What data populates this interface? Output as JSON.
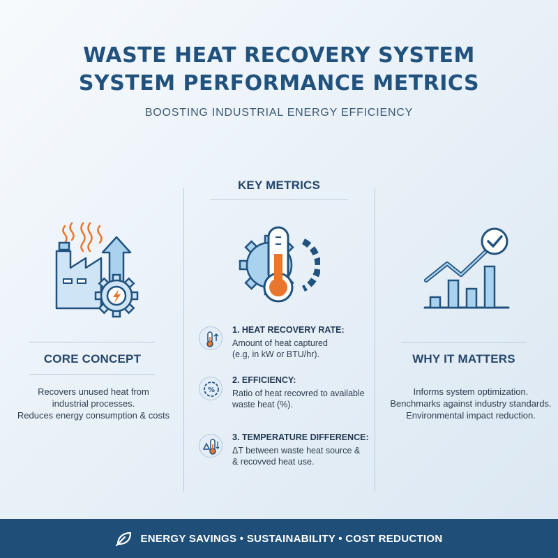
{
  "header": {
    "title_line1": "WASTE HEAT RECOVERY SYSTEM",
    "title_line2": "SYSTEM PERFORMANCE METRICS",
    "subtitle": "BOOSTING INDUSTRIAL ENERGY EFFICIENCY"
  },
  "core_concept": {
    "title": "CORE CONCEPT",
    "lines": [
      "Recovers unused heat from",
      "industrial processes.",
      "Reduces energy consumption & costs"
    ],
    "icon": "factory-gear-icon"
  },
  "key_metrics": {
    "title": "KEY METRICS",
    "icon": "thermometer-gear-icon",
    "items": [
      {
        "title": "1. HEAT RECOVERY RATE:",
        "lines": [
          "Amount of heat captured",
          "(e.g, in kW or BTU/hr)."
        ],
        "icon": "thermometer-arrow-icon"
      },
      {
        "title": "2. EFFICIENCY:",
        "lines": [
          "Ratio of heat recovred to available",
          "waste heat (%)."
        ],
        "icon": "percent-gear-icon"
      },
      {
        "title": "3. TEMPERATURE DIFFERENCE:",
        "lines": [
          "ΔT between waste heat source &",
          "& recovved heat use."
        ],
        "icon": "delta-thermometer-icon"
      }
    ]
  },
  "why_it_matters": {
    "title": "WHY IT MATTERS",
    "lines": [
      "Informs system optimization.",
      "Benchmarks against industry standards.",
      "Environmental impact reduction."
    ],
    "icon": "growth-chart-check-icon"
  },
  "footer": {
    "text": "ENERGY SAVINGS • SUSTAINABILITY • COST REDUCTION",
    "icon": "leaf-icon"
  },
  "colors": {
    "navy": "#21527e",
    "footer_bg": "#1f4f78",
    "orange": "#e8762c",
    "light_blue": "#a9d2ee"
  }
}
